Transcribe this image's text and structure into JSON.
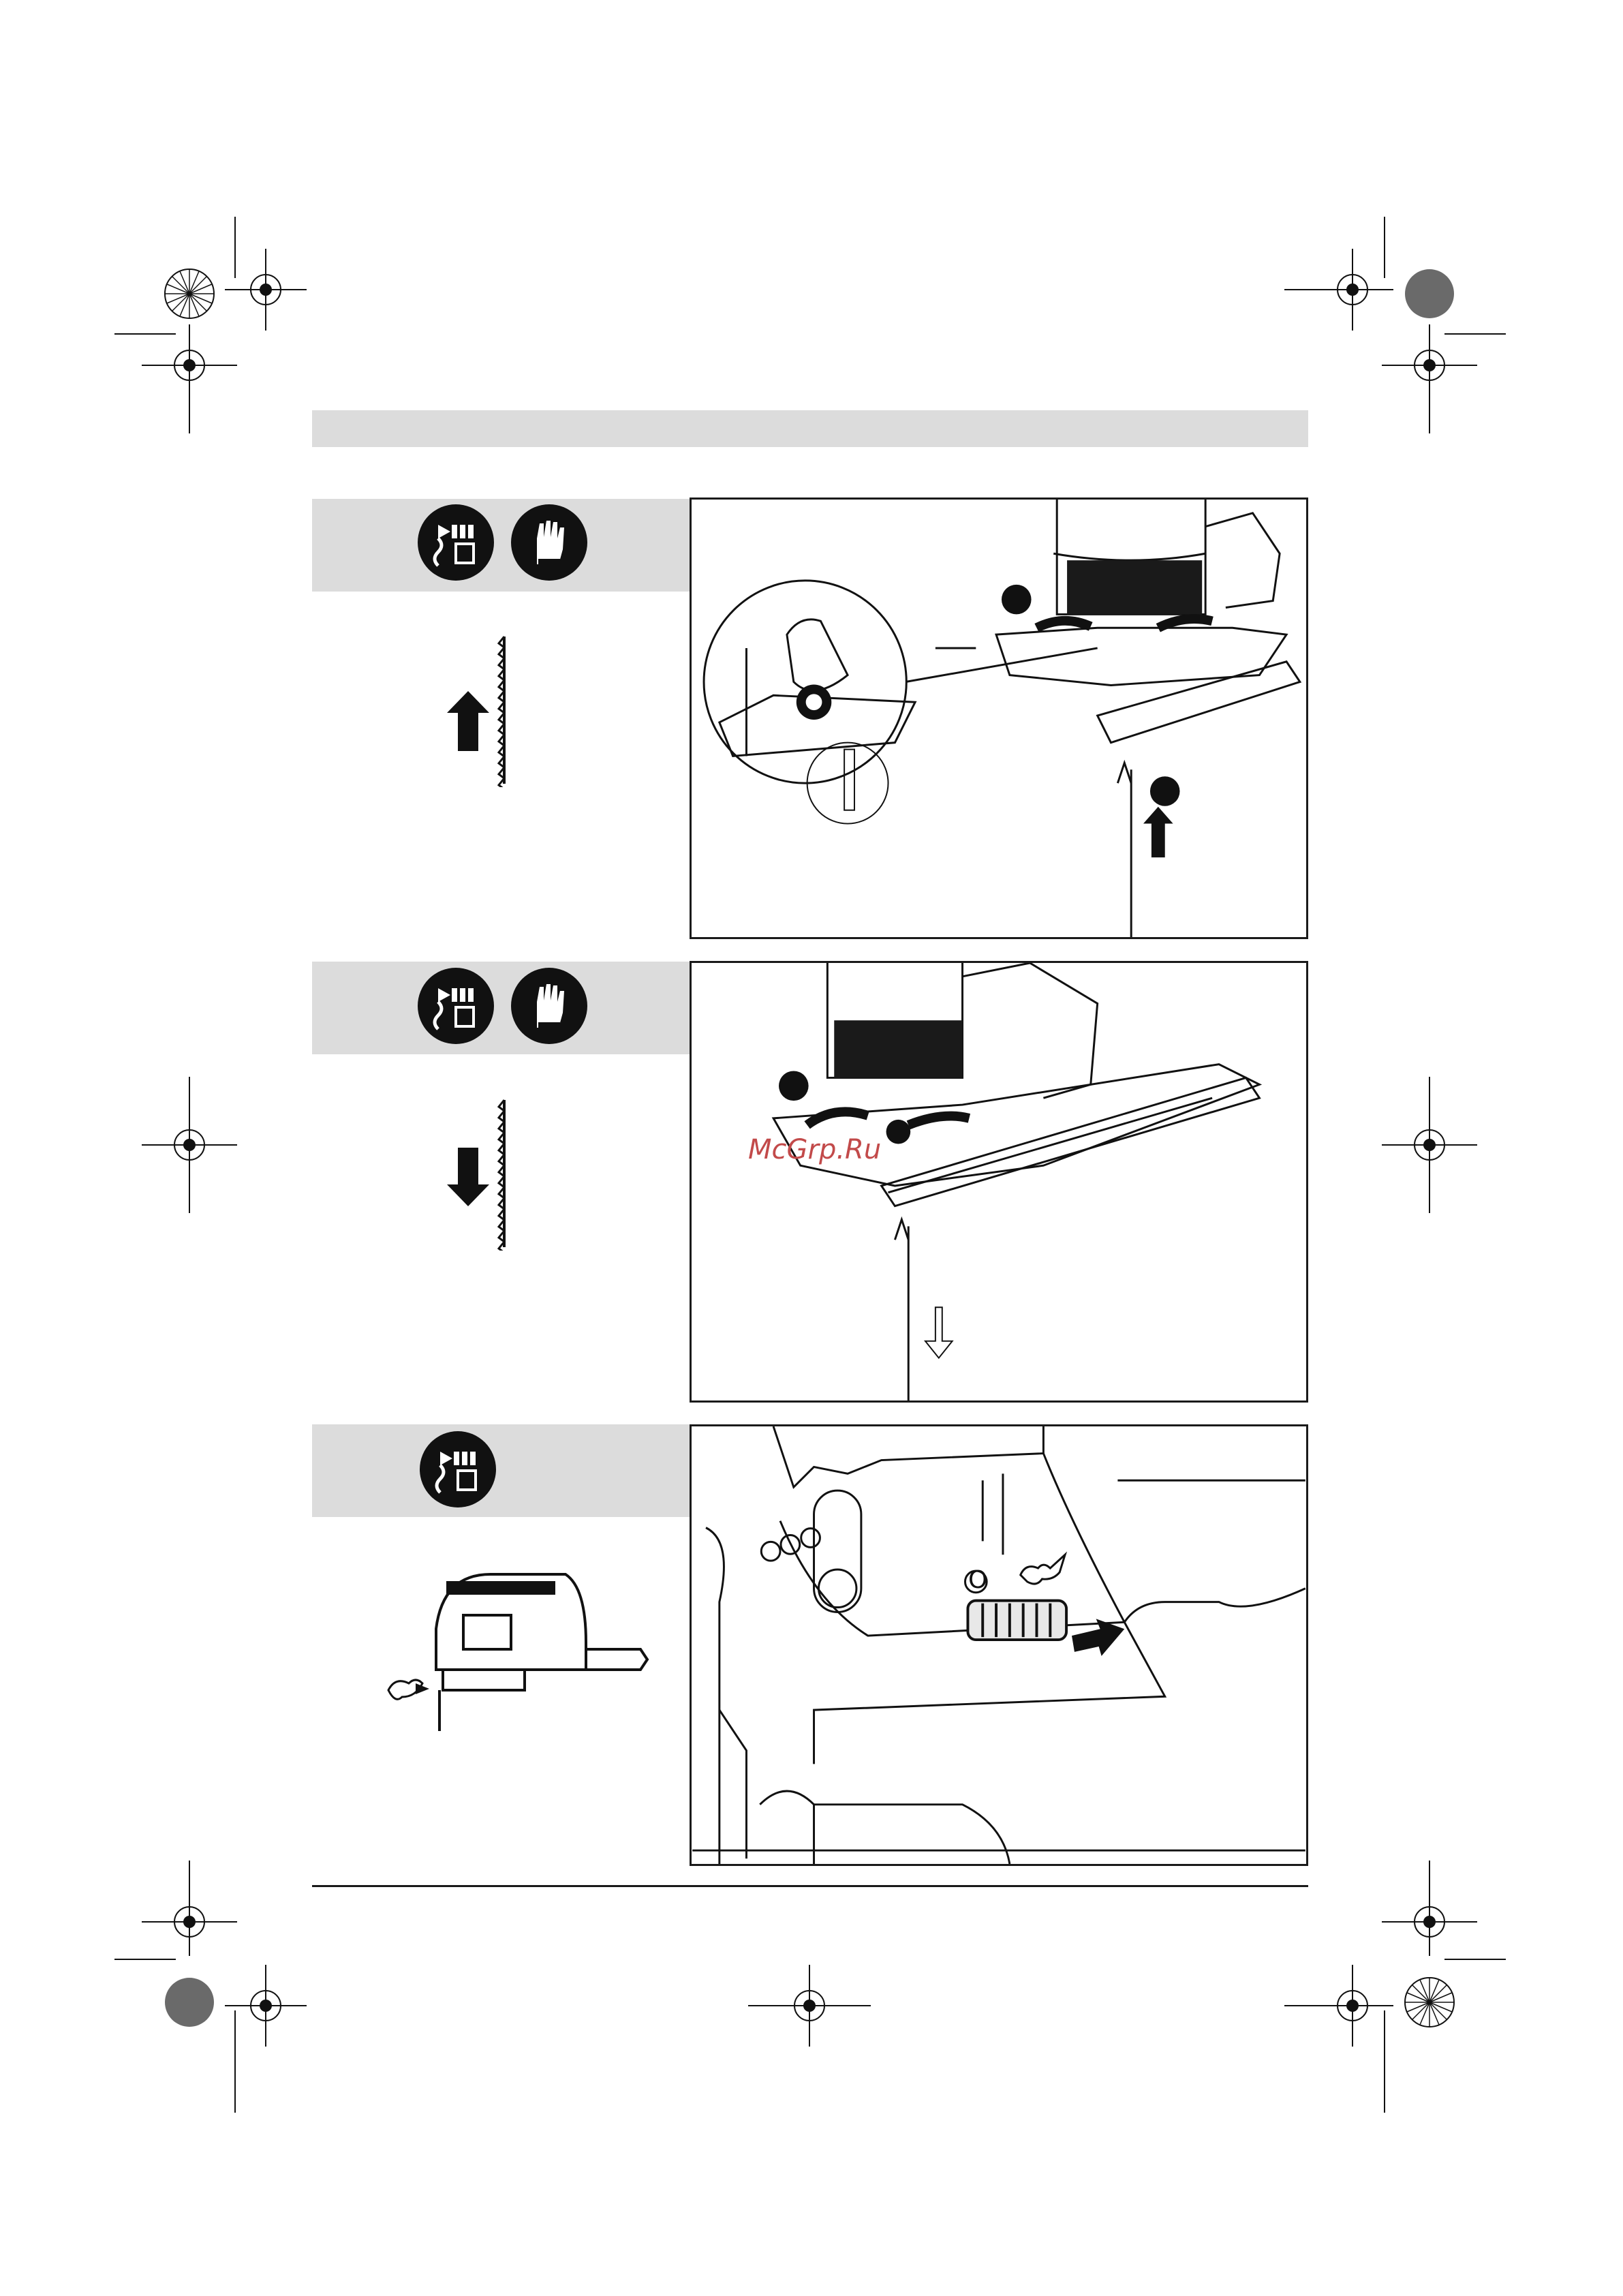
{
  "watermark": {
    "text": "McGrp.Ru"
  },
  "sections": [
    {
      "id": "blade-insert",
      "icons": [
        "unplug-icon",
        "gloves-icon"
      ],
      "arrow": "up"
    },
    {
      "id": "blade-remove",
      "icons": [
        "unplug-icon",
        "gloves-icon"
      ],
      "arrow": "down"
    },
    {
      "id": "dust-blower",
      "icons": [
        "unplug-icon"
      ],
      "switch_label": "O"
    }
  ],
  "colors": {
    "header_gray": "#dcdcdc",
    "ink": "#111111",
    "watermark": "#c24a4a"
  }
}
